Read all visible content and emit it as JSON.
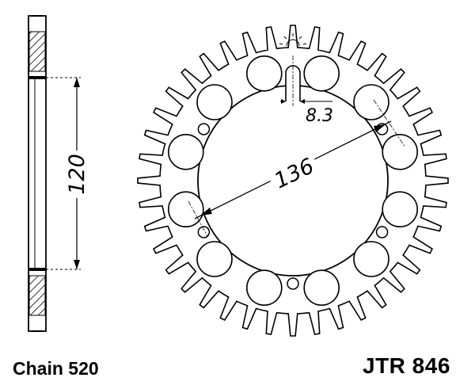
{
  "diagram": {
    "pcd_label": "136",
    "bolt_hole_label": "8.3",
    "side_dimension_label": "120",
    "chain_label": "Chain 520",
    "part_number": "JTR 846",
    "tooth_count": 40,
    "ink_color": "#000000"
  }
}
